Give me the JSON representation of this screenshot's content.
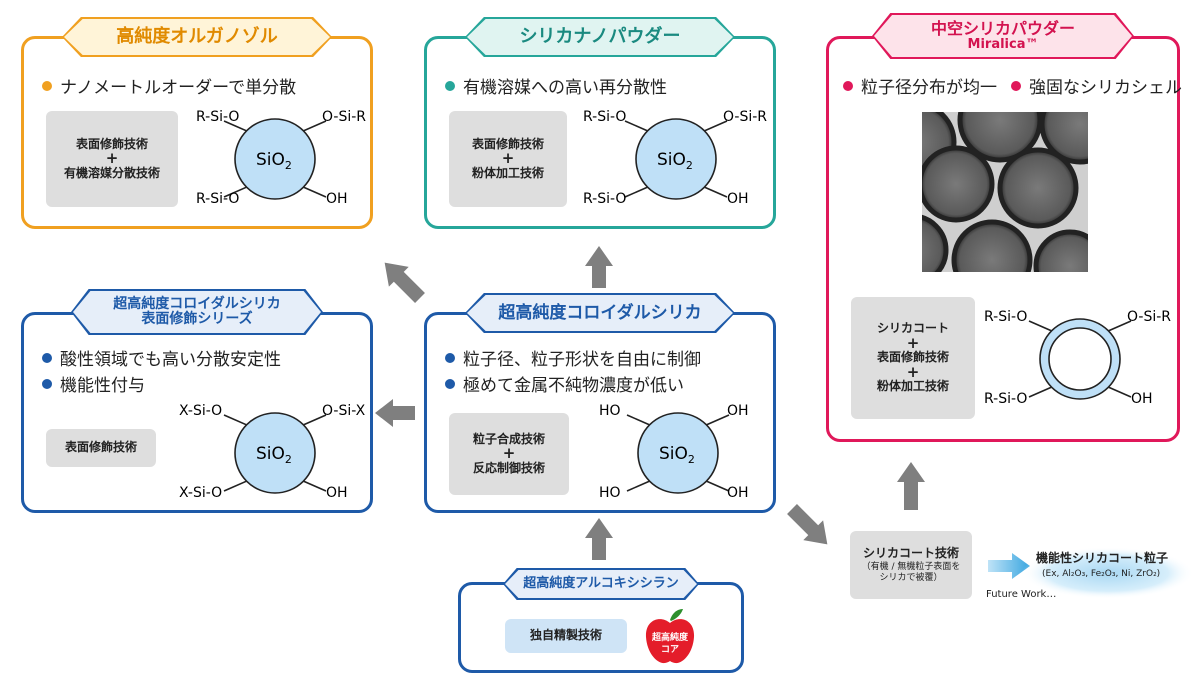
{
  "colors": {
    "orange": "#f0a020",
    "teal": "#26a69a",
    "blue": "#1e5aa8",
    "magenta": "#e0185a",
    "gray_arrow": "#7f7f7f",
    "sphere_fill": "#bfe0f7",
    "tech_bg": "#dedede"
  },
  "orange_box": {
    "title": "高純度オルガノゾル",
    "bullet": "ナノメートルオーダーで単分散",
    "tech_line1": "表面修飾技術",
    "plus": "+",
    "tech_line2": "有機溶媒分散技術",
    "molecule": {
      "top_left": "R-Si-O",
      "top_right": "O-Si-R",
      "bottom_left": "R-Si-O",
      "bottom_right": "OH",
      "center": "SiO",
      "subscript": "2"
    }
  },
  "teal_box": {
    "title": "シリカナノパウダー",
    "bullet": "有機溶媒への高い再分散性",
    "tech_line1": "表面修飾技術",
    "plus": "+",
    "tech_line2": "粉体加工技術",
    "molecule": {
      "top_left": "R-Si-O",
      "top_right": "O-Si-R",
      "bottom_left": "R-Si-O",
      "bottom_right": "OH",
      "center": "SiO",
      "subscript": "2"
    }
  },
  "magenta_box": {
    "title": "中空シリカパウダー",
    "title_sub": "Miralica™",
    "bullet1": "粒子径分布が均一",
    "bullet2": "強固なシリカシェル",
    "tech_line1": "シリカコート",
    "plus1": "+",
    "tech_line2": "表面修飾技術",
    "plus2": "+",
    "tech_line3": "粉体加工技術",
    "molecule": {
      "top_left": "R-Si-O",
      "top_right": "O-Si-R",
      "bottom_left": "R-Si-O",
      "bottom_right": "OH"
    }
  },
  "left_blue_box": {
    "title_line1": "超高純度コロイダルシリカ",
    "title_line2": "表面修飾シリーズ",
    "bullet1": "酸性領域でも高い分散安定性",
    "bullet2": "機能性付与",
    "tech_line1": "表面修飾技術",
    "molecule": {
      "top_left": "X-Si-O",
      "top_right": "O-Si-X",
      "bottom_left": "X-Si-O",
      "bottom_right": "OH",
      "center": "SiO",
      "subscript": "2"
    }
  },
  "center_blue_box": {
    "title": "超高純度コロイダルシリカ",
    "bullet1": "粒子径、粒子形状を自由に制御",
    "bullet2": "極めて金属不純物濃度が低い",
    "tech_line1": "粒子合成技術",
    "plus": "+",
    "tech_line2": "反応制御技術",
    "molecule": {
      "top_left": "HO",
      "top_right": "OH",
      "bottom_left": "HO",
      "bottom_right": "OH",
      "center": "SiO",
      "subscript": "2"
    }
  },
  "bottom_box": {
    "title": "超高純度アルコキシシラン",
    "tech": "独自精製技術",
    "apple_line1": "超高純度",
    "apple_line2": "コア"
  },
  "silica_coat": {
    "title": "シリカコート技術",
    "note_line1": "（有機 / 無機粒子表面を",
    "note_line2": "シリカで被覆）"
  },
  "future": {
    "title": "機能性シリカコート粒子",
    "formula": "(Ex, Al₂O₃, Fe₂O₃, Ni, ZrO₂)",
    "label": "Future Work…"
  }
}
